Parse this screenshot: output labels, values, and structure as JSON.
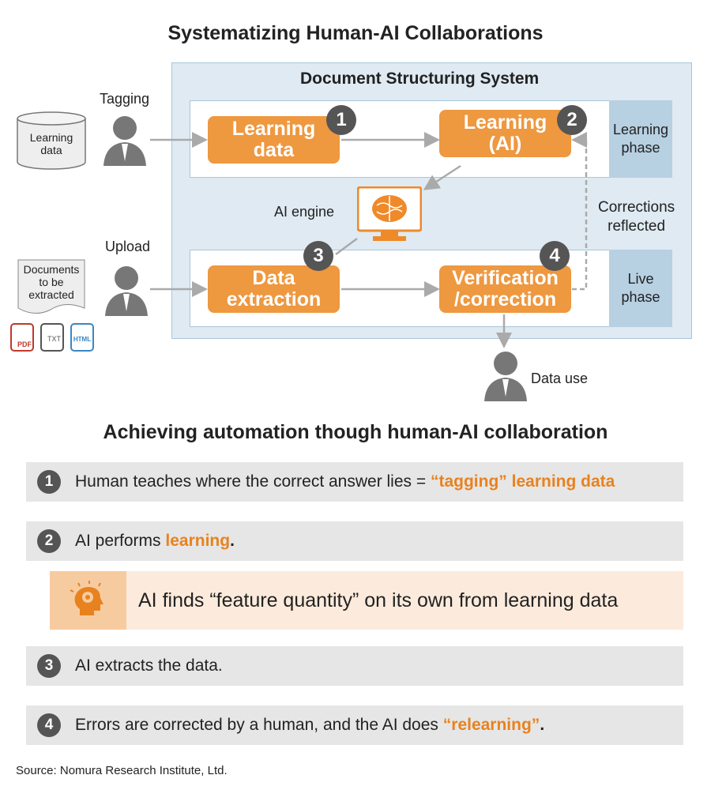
{
  "title": "Systematizing Human-AI Collaborations",
  "system_title": "Document Structuring System",
  "tagging": "Tagging",
  "upload": "Upload",
  "learning_data_db": [
    "Learning",
    "data"
  ],
  "documents": [
    "Documents",
    "to be",
    "extracted"
  ],
  "file_icons": [
    "PDF",
    "TXT",
    "HTML"
  ],
  "boxes": {
    "b1": [
      "Learning",
      "data"
    ],
    "b2": [
      "Learning",
      "(AI)"
    ],
    "b3": [
      "Data",
      "extraction"
    ],
    "b4": [
      "Verification",
      "/correction"
    ]
  },
  "numbers": [
    "1",
    "2",
    "3",
    "4"
  ],
  "learning_phase": [
    "Learning",
    "phase"
  ],
  "live_phase": [
    "Live",
    "phase"
  ],
  "ai_engine": "AI engine",
  "corrections": [
    "Corrections",
    "reflected"
  ],
  "data_use": "Data use",
  "subtitle": "Achieving automation though human-AI collaboration",
  "items": [
    {
      "num": "1",
      "text": "Human teaches where the correct answer lies = ",
      "hl": "“tagging” learning data",
      "end": ""
    },
    {
      "num": "2",
      "text": "AI performs ",
      "hl": "learning",
      "end": "."
    },
    {
      "num": "3",
      "text": "AI extracts the data.",
      "hl": "",
      "end": ""
    },
    {
      "num": "4",
      "text": "Errors are corrected by a human, and the AI does ",
      "hl": "“relearning”",
      "end": "."
    }
  ],
  "feature_note": "AI finds “feature quantity” on its own from learning data",
  "source": "Source: Nomura Research Institute, Ltd.",
  "colors": {
    "orange": "#ee9840",
    "accent": "#e8821e",
    "panel": "#dfeaf2"
  }
}
